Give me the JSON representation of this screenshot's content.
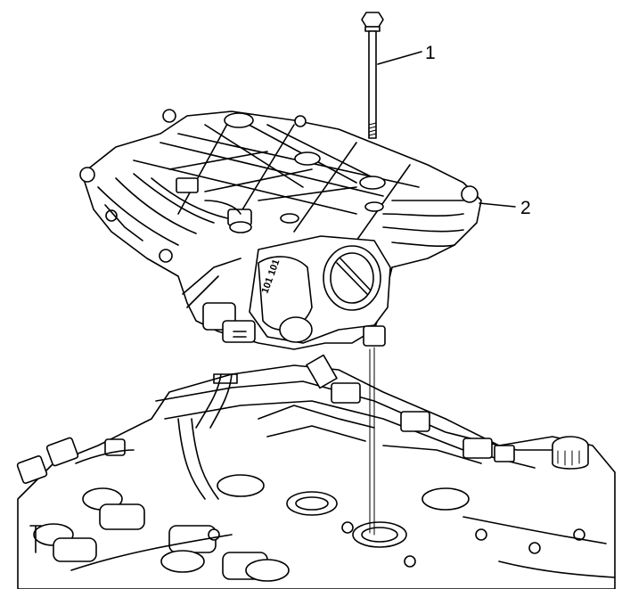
{
  "callouts": [
    {
      "number": "1"
    },
    {
      "number": "2"
    }
  ],
  "part_stamp": "101 101"
}
